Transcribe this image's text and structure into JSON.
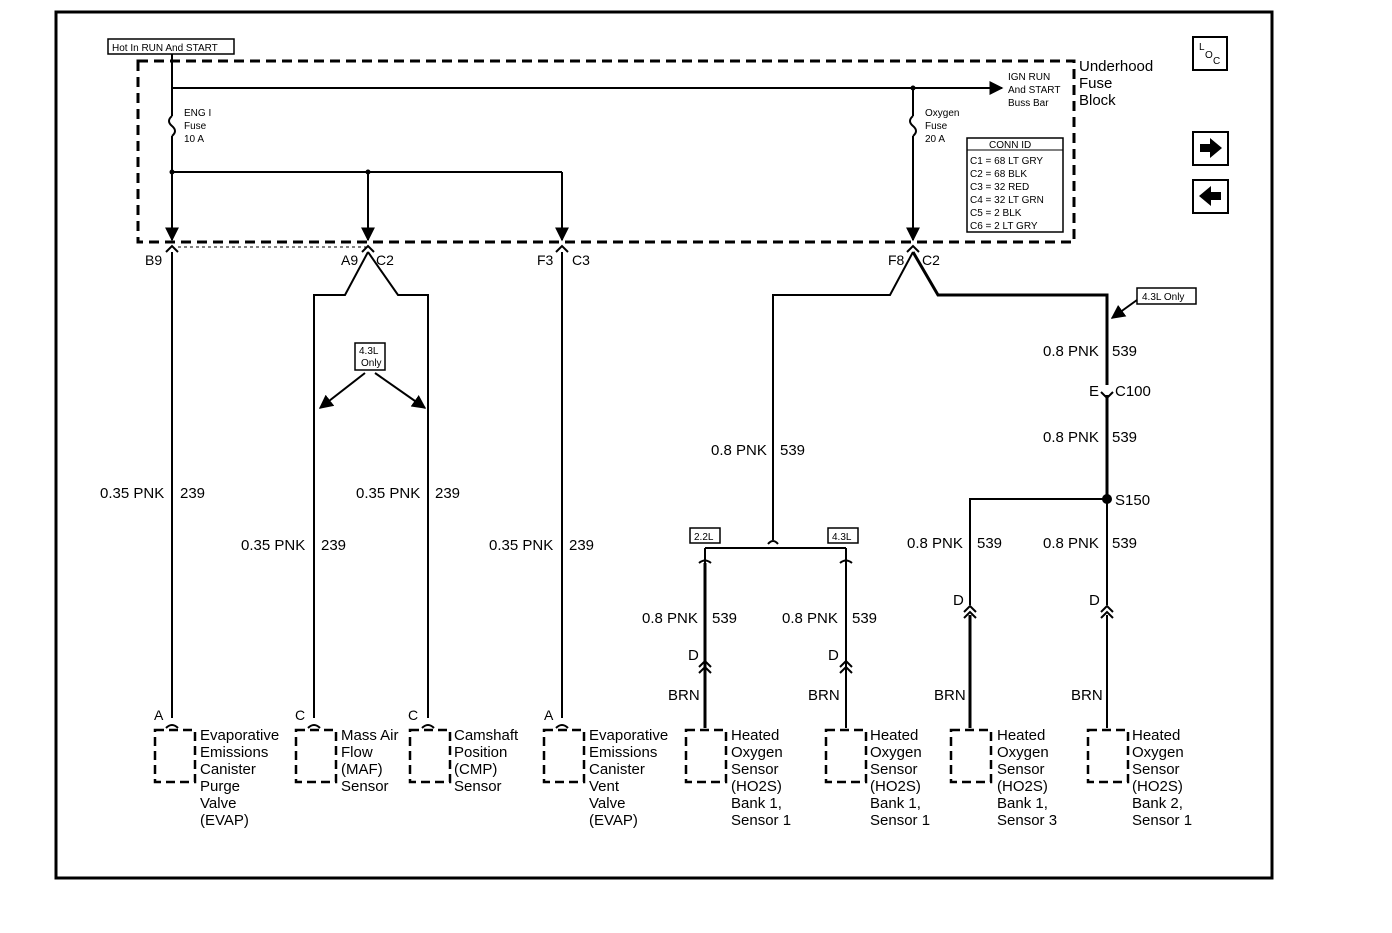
{
  "header": {
    "hot_label": "Hot In RUN And START",
    "fuse_block_title": [
      "Underhood",
      "Fuse",
      "Block"
    ],
    "bus_bar": [
      "IGN RUN",
      "And START",
      "Buss Bar"
    ],
    "loc_icon": "L O C"
  },
  "fuses": {
    "eng": [
      "ENG I",
      "Fuse",
      "10 A"
    ],
    "oxygen": [
      "Oxygen",
      "Fuse",
      "20 A"
    ]
  },
  "conn_id": {
    "title": "CONN ID",
    "rows": [
      "C1 = 68 LT GRY",
      "C2 = 68 BLK",
      "C3 = 32 RED",
      "C4 = 32 LT GRN",
      "C5 = 2 BLK",
      "C6 = 2 LT GRY"
    ]
  },
  "nav": {
    "next_icon": "arrow-right-icon",
    "prev_icon": "arrow-left-icon"
  },
  "connectors": {
    "b9": "B9",
    "a9": "A9",
    "a9_c": "C2",
    "f3": "F3",
    "f3_c": "C3",
    "f8": "F8",
    "f8_c": "C2",
    "e": "E",
    "c100": "C100",
    "s150": "S150"
  },
  "badges": {
    "only_43_a": "4.3L Only",
    "only_43_b": [
      "4.3L",
      "Only"
    ],
    "l22": "2.2L",
    "l43": "4.3L"
  },
  "wires": {
    "w1": [
      "0.35 PNK",
      "239"
    ],
    "w2": [
      "0.35 PNK",
      "239"
    ],
    "w3": [
      "0.35 PNK",
      "239"
    ],
    "w4": [
      "0.35 PNK",
      "239"
    ],
    "w5": [
      "0.8 PNK",
      "539"
    ],
    "w6": [
      "0.8 PNK",
      "539"
    ],
    "w7": [
      "0.8 PNK",
      "539"
    ],
    "w8": [
      "0.8 PNK",
      "539"
    ],
    "w9": [
      "0.8 PNK",
      "539"
    ],
    "w10": [
      "0.8 PNK",
      "539"
    ],
    "w11": [
      "0.8 PNK",
      "539"
    ],
    "brn": "BRN",
    "d": "D"
  },
  "components": [
    {
      "pin": "A",
      "lines": [
        "Evaporative",
        "Emissions",
        "Canister",
        "Purge",
        "Valve",
        "(EVAP)"
      ]
    },
    {
      "pin": "C",
      "lines": [
        "Mass Air",
        "Flow",
        "(MAF)",
        "Sensor"
      ]
    },
    {
      "pin": "C",
      "lines": [
        "Camshaft",
        "Position",
        "(CMP)",
        "Sensor"
      ]
    },
    {
      "pin": "A",
      "lines": [
        "Evaporative",
        "Emissions",
        "Canister",
        "Vent",
        "Valve",
        "(EVAP)"
      ]
    },
    {
      "pin": "",
      "lines": [
        "Heated",
        "Oxygen",
        "Sensor",
        "(HO2S)",
        "Bank 1,",
        "Sensor 1"
      ]
    },
    {
      "pin": "",
      "lines": [
        "Heated",
        "Oxygen",
        "Sensor",
        "(HO2S)",
        "Bank 1,",
        "Sensor 1"
      ]
    },
    {
      "pin": "",
      "lines": [
        "Heated",
        "Oxygen",
        "Sensor",
        "(HO2S)",
        "Bank 1,",
        "Sensor 3"
      ]
    },
    {
      "pin": "",
      "lines": [
        "Heated",
        "Oxygen",
        "Sensor",
        "(HO2S)",
        "Bank 2,",
        "Sensor 1"
      ]
    }
  ]
}
